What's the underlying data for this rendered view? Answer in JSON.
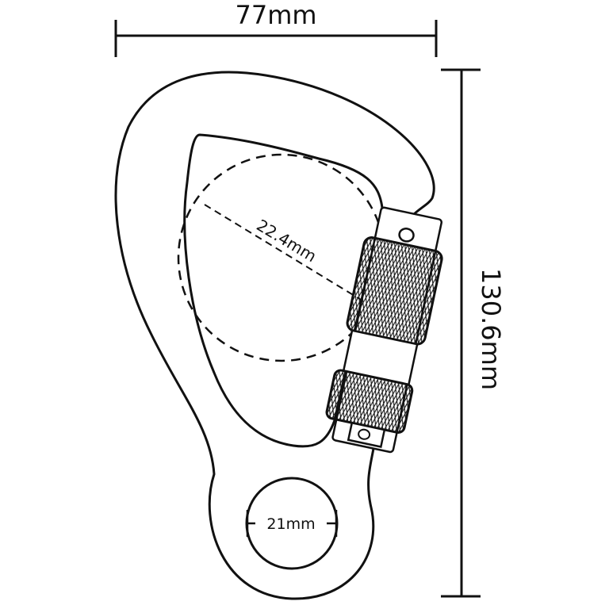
{
  "dimensions": {
    "width_label": "77mm",
    "height_label": "130.6mm",
    "gate_opening_label": "22.4mm",
    "eye_diameter_label": "21mm"
  },
  "colors": {
    "stroke": "#111111",
    "background": "#ffffff"
  }
}
